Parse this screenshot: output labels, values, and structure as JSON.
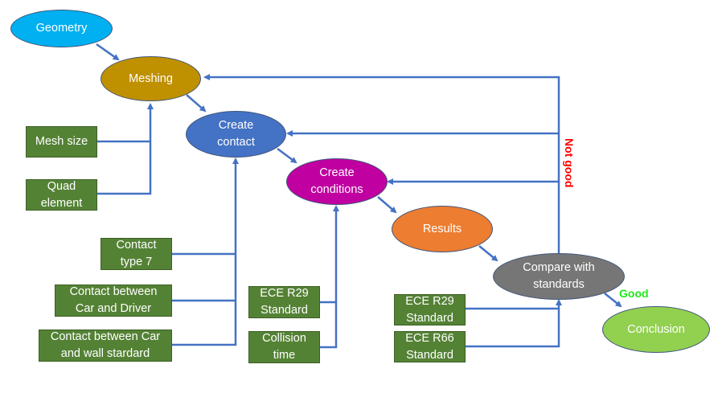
{
  "diagram": {
    "type": "flowchart",
    "colors": {
      "connector": "#4472c4",
      "input_box": "#548235",
      "good_label": "#1ee81e",
      "not_good_label": "#ff0000"
    },
    "nodes": {
      "geometry": {
        "label": "Geometry",
        "color": "#00b0f0"
      },
      "meshing": {
        "label": "Meshing",
        "color": "#bf9000"
      },
      "create_contact": {
        "label": "Create\ncontact",
        "color": "#4472c4"
      },
      "create_conditions": {
        "label": "Create\nconditions",
        "color": "#c000a0"
      },
      "results": {
        "label": "Results",
        "color": "#ed7d31"
      },
      "compare": {
        "label": "Compare with\nstandards",
        "color": "#767676"
      },
      "conclusion": {
        "label": "Conclusion",
        "color": "#92d050"
      }
    },
    "inputs": {
      "mesh_size": "Mesh size",
      "quad_element": "Quad\nelement",
      "contact_type7": "Contact\ntype 7",
      "contact_car_driver": "Contact between\nCar and Driver",
      "contact_car_wall": "Contact between Car\nand wall stardard",
      "ece_r29_conditions": "ECE R29\nStandard",
      "collision_time": "Collision\ntime",
      "ece_r29_compare": "ECE R29\nStandard",
      "ece_r66_compare": "ECE R66\nStandard"
    },
    "labels": {
      "good": "Good",
      "not_good": "Not good"
    },
    "edges": [
      {
        "from": "Geometry",
        "to": "Meshing"
      },
      {
        "from": "Meshing",
        "to": "Create contact"
      },
      {
        "from": "Create contact",
        "to": "Create conditions"
      },
      {
        "from": "Create conditions",
        "to": "Results"
      },
      {
        "from": "Results",
        "to": "Compare with standards"
      },
      {
        "from": "Compare with standards",
        "to": "Conclusion",
        "label": "Good"
      },
      {
        "from": "Compare with standards",
        "to": "Meshing",
        "label": "Not good"
      },
      {
        "from": "Compare with standards",
        "to": "Create contact",
        "label": "Not good"
      },
      {
        "from": "Compare with standards",
        "to": "Create conditions",
        "label": "Not good"
      },
      {
        "from": "Mesh size",
        "to": "Meshing"
      },
      {
        "from": "Quad element",
        "to": "Meshing"
      },
      {
        "from": "Contact type 7",
        "to": "Create contact"
      },
      {
        "from": "Contact between Car and Driver",
        "to": "Create contact"
      },
      {
        "from": "Contact between Car and wall stardard",
        "to": "Create contact"
      },
      {
        "from": "ECE R29 Standard",
        "to": "Create conditions"
      },
      {
        "from": "Collision time",
        "to": "Create conditions"
      },
      {
        "from": "ECE R29 Standard",
        "to": "Compare with standards"
      },
      {
        "from": "ECE R66 Standard",
        "to": "Compare with standards"
      }
    ]
  }
}
